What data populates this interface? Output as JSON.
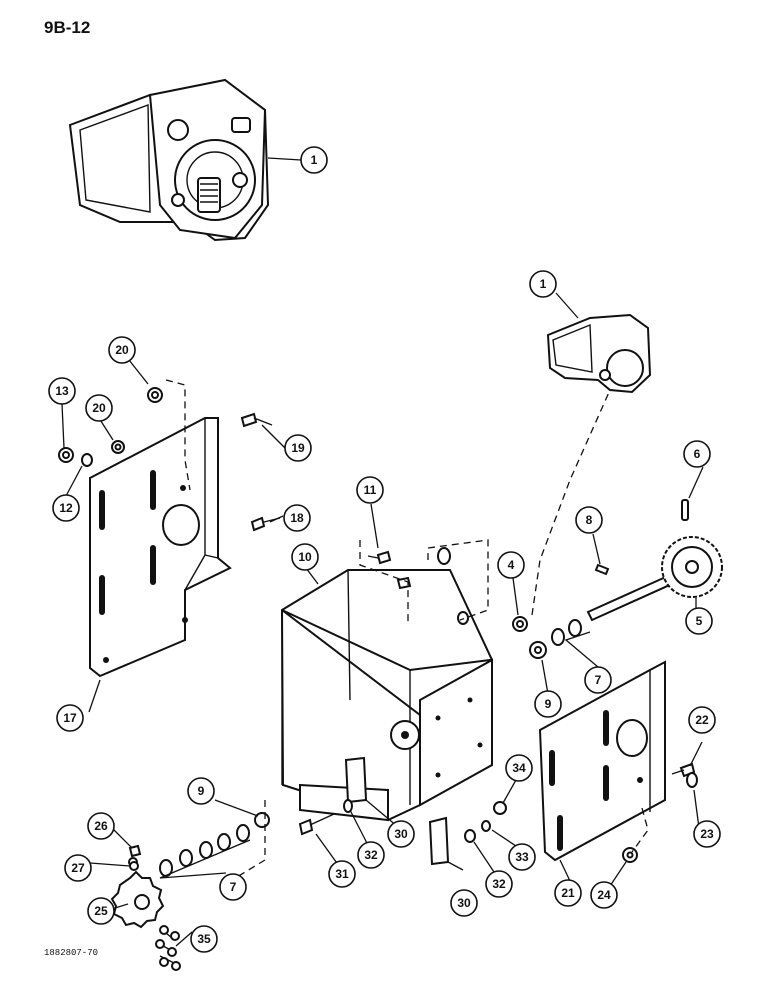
{
  "page_id": "9B-12",
  "reference": "1882807-70",
  "callouts": {
    "c1a": "1",
    "c1b": "1",
    "c4": "4",
    "c5": "5",
    "c6": "6",
    "c7a": "7",
    "c7b": "7",
    "c8": "8",
    "c9a": "9",
    "c9b": "9",
    "c10": "10",
    "c11": "11",
    "c12": "12",
    "c13": "13",
    "c17": "17",
    "c18": "18",
    "c19": "19",
    "c20a": "20",
    "c20b": "20",
    "c21": "21",
    "c22": "22",
    "c23": "23",
    "c24": "24",
    "c25": "25",
    "c26": "26",
    "c27": "27",
    "c30a": "30",
    "c30b": "30",
    "c31": "31",
    "c32a": "32",
    "c32b": "32",
    "c33": "33",
    "c34": "34",
    "c35": "35"
  }
}
